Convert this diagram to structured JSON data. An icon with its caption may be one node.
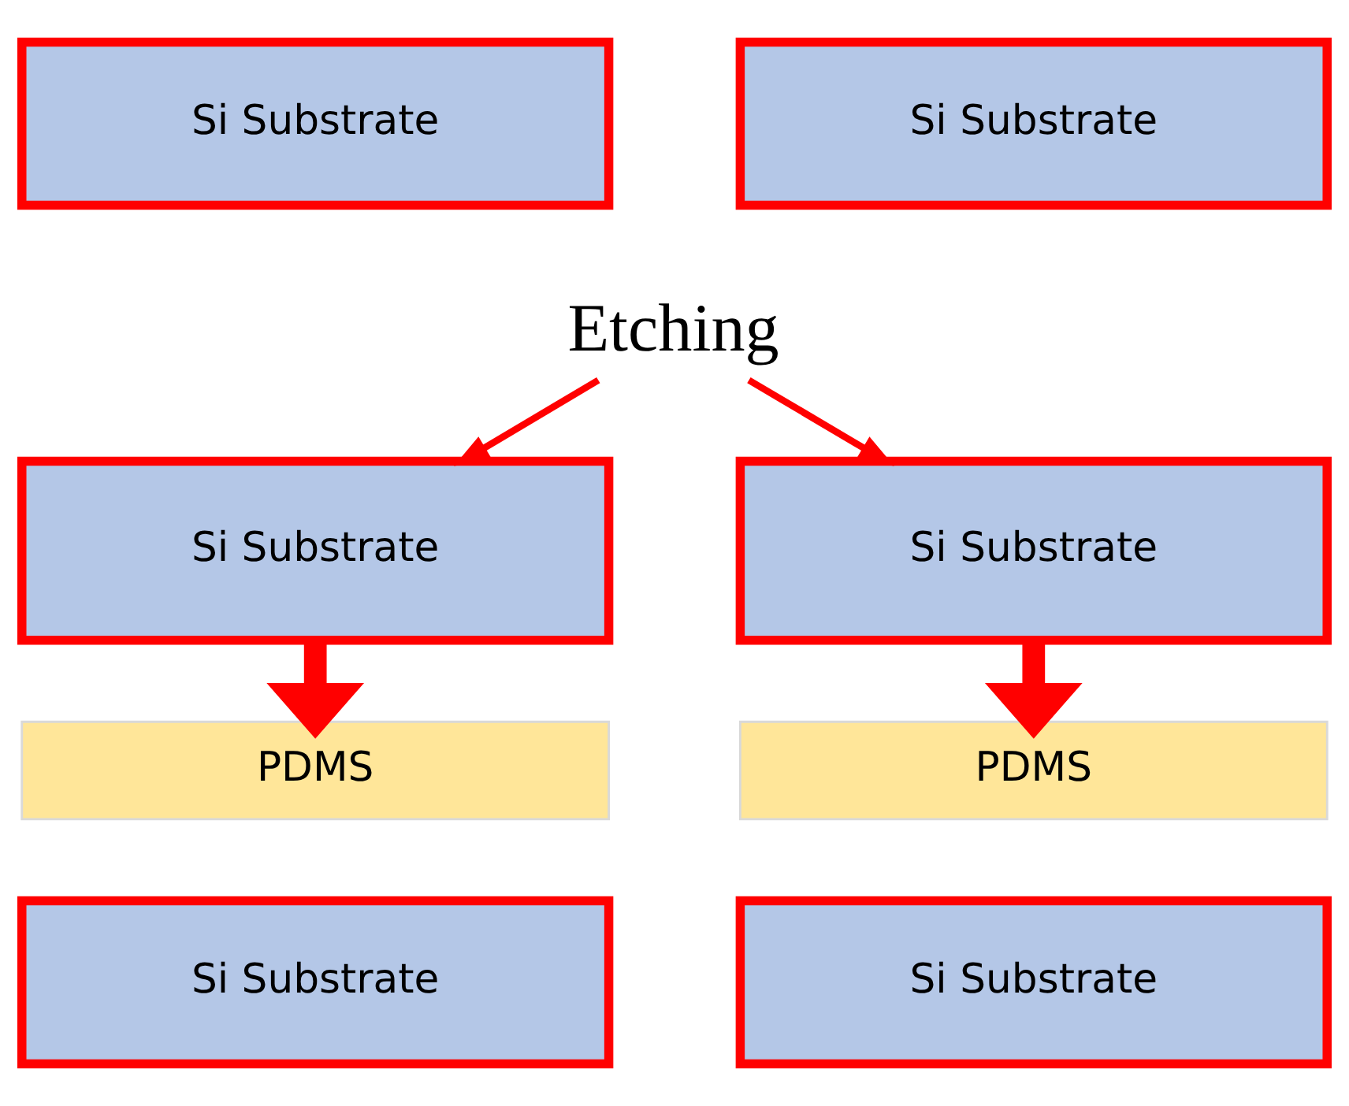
{
  "diagram": {
    "nodes": [
      {
        "text": [
          "Si Substrate"
        ]
      },
      {
        "text": [
          "Si Substrate"
        ]
      },
      {
        "text": [
          "Etching"
        ]
      },
      {
        "text": [
          "Si Substrate"
        ]
      },
      {
        "text": [
          "Si Substrate"
        ]
      },
      {
        "text": [
          "PDMS"
        ]
      },
      {
        "text": [
          "PDMS"
        ]
      },
      {
        "text": [
          "Si Substrate"
        ]
      },
      {
        "text": [
          "Si Substrate"
        ]
      }
    ],
    "edges": [
      {
        "from": 2,
        "to": 3,
        "arrow": "to"
      },
      {
        "from": 2,
        "to": 4,
        "arrow": "to"
      },
      {
        "from": 3,
        "to": 5,
        "arrow": "to",
        "style": "thick"
      },
      {
        "from": 4,
        "to": 6,
        "arrow": "to",
        "style": "thick"
      }
    ]
  }
}
